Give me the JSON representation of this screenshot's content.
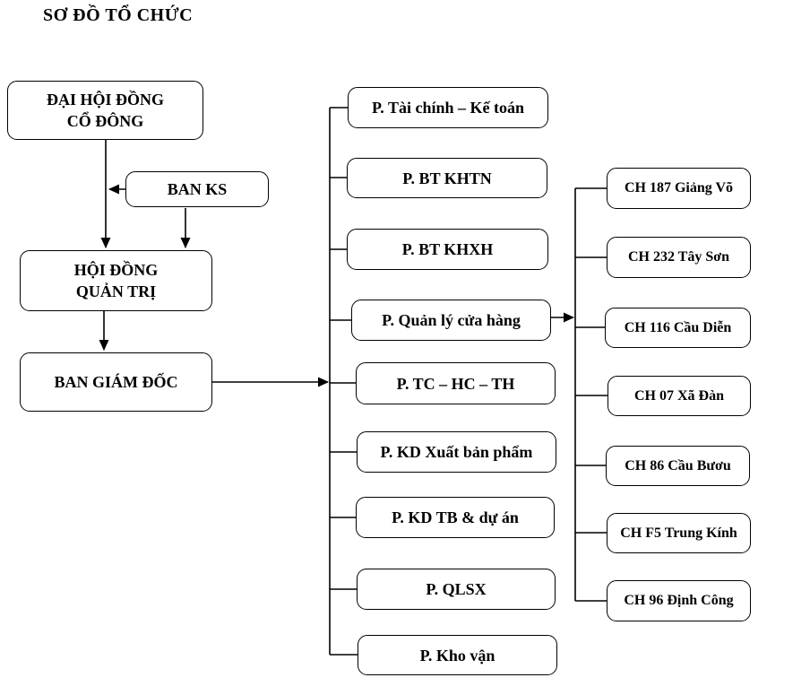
{
  "title": "SƠ ĐỒ TỔ CHỨC",
  "colors": {
    "ink": "#000000",
    "background": "#ffffff"
  },
  "governance": {
    "shareholders_meeting": {
      "line1": "ĐẠI HỘI ĐỒNG",
      "line2": "CỔ ĐÔNG"
    },
    "supervisory_board": "BAN KS",
    "board_of_directors": {
      "line1": "HỘI ĐỒNG",
      "line2": "QUẢN TRỊ"
    },
    "executive_board": "BAN GIÁM ĐỐC"
  },
  "departments": [
    "P. Tài chính – Kế toán",
    "P. BT KHTN",
    "P. BT KHXH",
    "P. Quản lý cửa hàng",
    "P. TC – HC – TH",
    "P. KD Xuất bản phẩm",
    "P. KD TB & dự án",
    "P. QLSX",
    "P. Kho vận"
  ],
  "stores": [
    "CH 187 Giảng Võ",
    "CH 232 Tây Sơn",
    "CH 116 Cầu Diễn",
    "CH 07 Xã Đàn",
    "CH 86 Cầu Bươu",
    "CH F5 Trung Kính",
    "CH 96 Định Công"
  ]
}
